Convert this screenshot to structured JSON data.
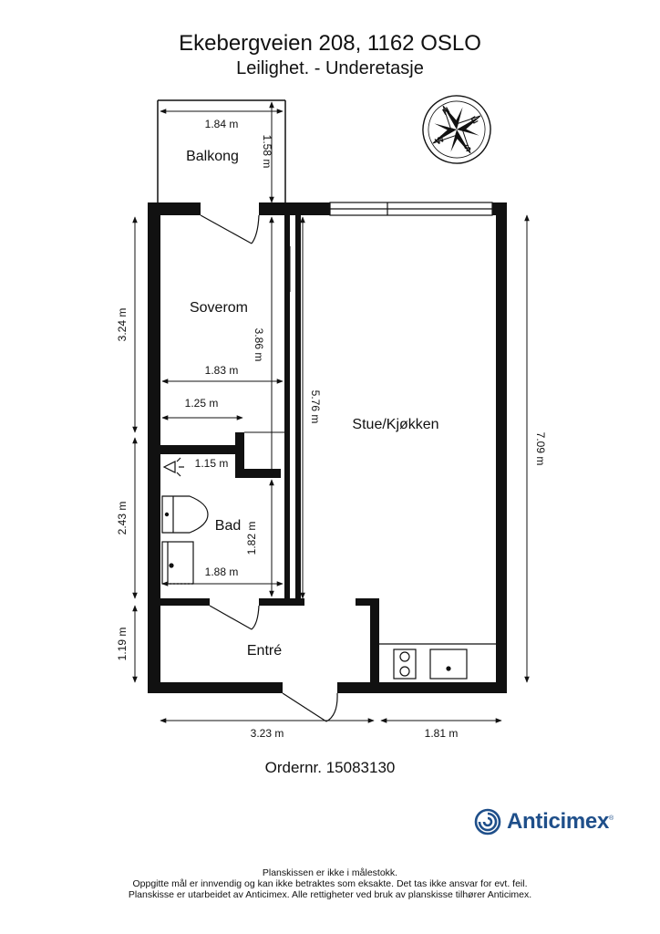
{
  "header": {
    "title": "Ekebergveien 208, 1162 OSLO",
    "subtitle": "Leilighet.  - Underetasje"
  },
  "rooms": {
    "balkong": "Balkong",
    "soverom": "Soverom",
    "stue": "Stue/Kjøkken",
    "bad": "Bad",
    "entre": "Entré"
  },
  "dimensions": {
    "balkong_width": "1.84 m",
    "balkong_depth": "1.58 m",
    "soverom_height": "3.24 m",
    "soverom_inner_height": "3.86 m",
    "soverom_width": "1.83 m",
    "wardrobe_width": "1.25 m",
    "corridor_length": "5.76 m",
    "shower_width": "1.15 m",
    "bad_height": "2.43 m",
    "bad_inner_height": "1.82 m",
    "bad_width": "1.88 m",
    "entre_height": "1.19 m",
    "total_height": "7.09 m",
    "bottom_left_width": "3.23 m",
    "bottom_right_width": "1.81 m"
  },
  "compass": {
    "n": "N",
    "s": "S",
    "e": "E",
    "w": "W"
  },
  "order": "Ordernr. 15083130",
  "logo": {
    "name": "Anticimex",
    "mark": "®",
    "color": "#1f4f8a"
  },
  "footer": {
    "line1": "Planskissen er ikke i målestokk.",
    "line2": "Oppgitte mål er innvendig og kan ikke betraktes som eksakte. Det tas ikke ansvar for evt. feil.",
    "line3": "Planskisse er utarbeidet av Anticimex. Alle rettigheter ved bruk av planskisse tilhører Anticimex."
  }
}
